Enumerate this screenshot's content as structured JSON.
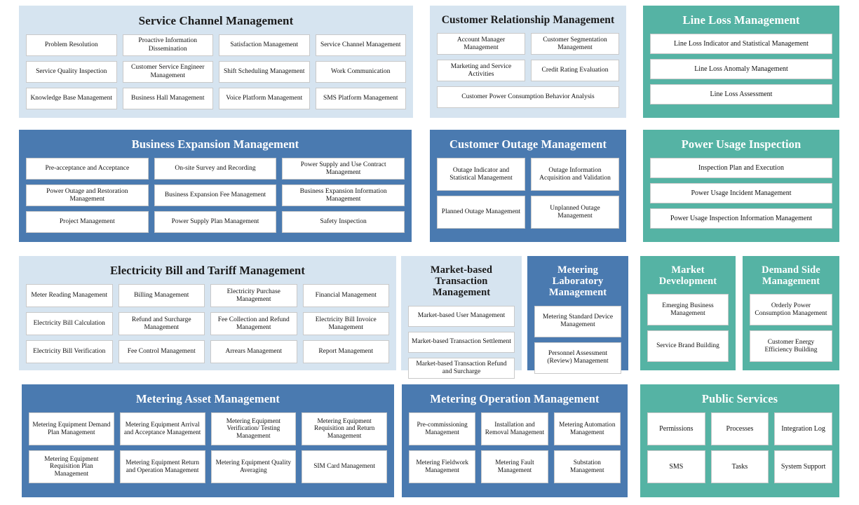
{
  "colors": {
    "light_blue": "#d6e4f0",
    "mid_blue": "#4a7ab0",
    "teal": "#55b3a4",
    "cell_background": "#ffffff",
    "page_background": "#ffffff"
  },
  "panels": [
    {
      "id": "service-channel-management",
      "title": "Service Channel Management",
      "theme": "lightblue",
      "columns": 4,
      "items": [
        "Problem Resolution",
        "Proactive Information Dissemination",
        "Satisfaction Management",
        "Service Channel Management",
        "Service Quality Inspection",
        "Customer Service Engineer Management",
        "Shift Scheduling Management",
        "Work Communication",
        "Knowledge Base Management",
        "Business Hall Management",
        "Voice Platform Management",
        "SMS Platform Management"
      ]
    },
    {
      "id": "customer-relationship-management",
      "title": "Customer Relationship Management",
      "theme": "lightblue",
      "columns": 2,
      "items": [
        "Account Manager Management",
        "Customer Segmentation Management",
        "Marketing and Service Activities",
        "Credit Rating Evaluation",
        "Customer Power Consumption Behavior Analysis"
      ],
      "spans": {
        "4": 2
      }
    },
    {
      "id": "line-loss-management",
      "title": "Line Loss Management",
      "theme": "teal",
      "columns": 1,
      "items": [
        "Line Loss Indicator and Statistical Management",
        "Line Loss Anomaly Management",
        "Line Loss Assessment"
      ]
    },
    {
      "id": "business-expansion-management",
      "title": "Business Expansion Management",
      "theme": "midblue",
      "columns": 3,
      "items": [
        "Pre-acceptance and Acceptance",
        "On-site Survey and Recording",
        "Power Supply and Use Contract Management",
        "Power Outage and Restoration Management",
        "Business Expansion Fee Management",
        "Business Expansion Information Management",
        "Project Management",
        "Power Supply Plan Management",
        "Safety Inspection"
      ]
    },
    {
      "id": "customer-outage-management",
      "title": "Customer Outage Management",
      "theme": "midblue",
      "columns": 2,
      "items": [
        "Outage Indicator and Statistical Management",
        "Outage Information Acquisition and Validation",
        "Planned Outage Management",
        "Unplanned Outage Management"
      ]
    },
    {
      "id": "power-usage-inspection",
      "title": "Power Usage Inspection",
      "theme": "teal",
      "columns": 1,
      "items": [
        "Inspection Plan and Execution",
        "Power Usage Incident Management",
        "Power Usage Inspection Information Management"
      ]
    },
    {
      "id": "electricity-bill-and-tariff-management",
      "title": "Electricity Bill and Tariff Management",
      "theme": "lightblue",
      "columns": 4,
      "items": [
        "Meter Reading Management",
        "Billing Management",
        "Electricity Purchase Management",
        "Financial Management",
        "Electricity Bill Calculation",
        "Refund and Surcharge Management",
        "Fee Collection and Refund Management",
        "Electricity Bill Invoice Management",
        "Electricity Bill Verification",
        "Fee Control Management",
        "Arrears Management",
        "Report Management"
      ]
    },
    {
      "id": "market-based-transaction-management",
      "title": "Market-based Transaction Management",
      "theme": "lightblue",
      "columns": 1,
      "items": [
        "Market-based User Management",
        "Market-based Transaction Settlement",
        "Market-based Transaction Refund and Surcharge"
      ]
    },
    {
      "id": "metering-laboratory-management",
      "title": "Metering Laboratory Management",
      "theme": "midblue",
      "columns": 1,
      "items": [
        "Metering Standard Device Management",
        "Personnel Assessment (Review) Management"
      ]
    },
    {
      "id": "market-development",
      "title": "Market Development",
      "theme": "teal",
      "columns": 1,
      "items": [
        "Emerging Business Management",
        "Service Brand Building"
      ]
    },
    {
      "id": "demand-side-management",
      "title": "Demand Side Management",
      "theme": "teal",
      "columns": 1,
      "items": [
        "Orderly Power Consumption Management",
        "Customer Energy Efficiency Building"
      ]
    },
    {
      "id": "metering-asset-management",
      "title": "Metering Asset Management",
      "theme": "midblue",
      "columns": 4,
      "items": [
        "Metering Equipment Demand Plan Management",
        "Metering Equipment Arrival and Acceptance Management",
        "Metering Equipment Verification/ Testing Management",
        "Metering Equipment Requisition and Return Management",
        "Metering Equipment Requisition Plan Management",
        "Metering Equipment Return and Operation Management",
        "Metering Equipment Quality Averaging",
        "SIM Card Management"
      ]
    },
    {
      "id": "metering-operation-management",
      "title": "Metering Operation Management",
      "theme": "midblue",
      "columns": 3,
      "items": [
        "Pre-commissioning Management",
        "Installation and Removal Management",
        "Metering Automation Management",
        "Metering Fieldwork Management",
        "Metering Fault Management",
        "Substation Management"
      ]
    },
    {
      "id": "public-services",
      "title": "Public Services",
      "theme": "teal",
      "columns": 3,
      "items": [
        "Permissions",
        "Processes",
        "Integration Log",
        "SMS",
        "Tasks",
        "System Support"
      ]
    }
  ]
}
